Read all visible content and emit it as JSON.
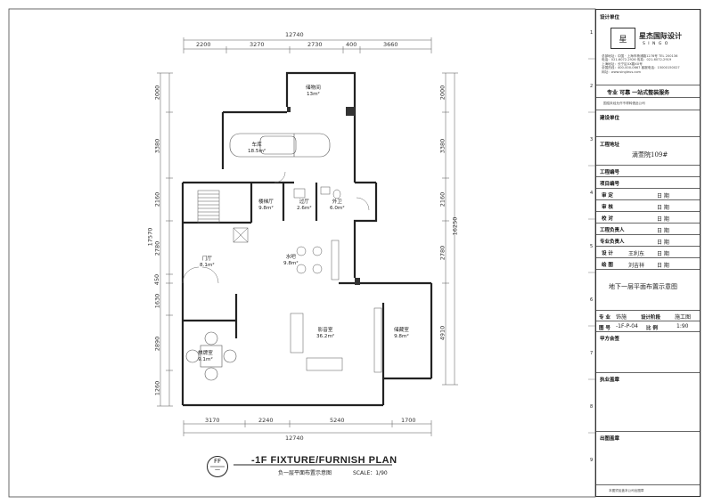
{
  "plan": {
    "top_total": "12740",
    "top_dims": [
      "2200",
      "3270",
      "2730",
      "400",
      "3660"
    ],
    "bottom_total": "12740",
    "bottom_dims": [
      "3170",
      "2240",
      "5240",
      "1700"
    ],
    "left_total": "17570",
    "left_dims": [
      "2000",
      "3380",
      "2160",
      "2780",
      "450",
      "1630",
      "2890",
      "1260"
    ],
    "right_total": "16250",
    "right_dims": [
      "2000",
      "3380",
      "2160",
      "2780",
      "4910"
    ],
    "rooms": [
      {
        "name": "储物间",
        "area": "13m²"
      },
      {
        "name": "车库",
        "area": "18.5m²"
      },
      {
        "name": "楼梯厅",
        "area": "9.8m²"
      },
      {
        "name": "过厅",
        "area": "2.6m²"
      },
      {
        "name": "外卫",
        "area": "6.0m²"
      },
      {
        "name": "门厅",
        "area": "8.1m²"
      },
      {
        "name": "水吧",
        "area": "9.8m²"
      },
      {
        "name": "影音室",
        "area": "36.2m²"
      },
      {
        "name": "储藏室",
        "area": "9.8m²"
      },
      {
        "name": "棋牌室",
        "area": "9.1m²"
      }
    ],
    "title": "-1F FIXTURE/FURNISH PLAN",
    "subtitle": "负一层平面布置示意图",
    "scale": "SCALE：1/90",
    "badge_top": "FF",
    "badge_bottom": "一"
  },
  "titleblock": {
    "design_unit_label": "设计单位",
    "company_name": "星杰国际设计",
    "company_en": "S I N G O",
    "logo_char": "星",
    "company_info": [
      "总部地址：中国 · 上海市杨浦路1278号 TEL 200136",
      "电话：021-6072-2926 传真：021-6072-2919",
      "上海地址：长宁区XX路XX号",
      "全国热线：400-000-0667  客服电话：15000150027",
      "网址：www.singleus.com"
    ],
    "slogan": "专业  可靠  一站式整装服务",
    "company_line": "国绍未经允许不得转借此公司",
    "client_label": "建设单位",
    "site_label": "工程地址",
    "site_value": "滴萱院109#",
    "project_no_label": "工程编号",
    "item_no_label": "项目编号",
    "rows": [
      {
        "label": "审  定",
        "name": "",
        "date": "日 期"
      },
      {
        "label": "审  核",
        "name": "",
        "date": "日 期"
      },
      {
        "label": "校  对",
        "name": "",
        "date": "日 期"
      },
      {
        "label": "工程负责人",
        "name": "",
        "date": "日 期"
      },
      {
        "label": "专业负责人",
        "name": "",
        "date": "日 期"
      },
      {
        "label": "设  计",
        "name": "王利东",
        "date": "日 期"
      },
      {
        "label": "绘  图",
        "name": "刘吉祥",
        "date": "日 期"
      }
    ],
    "drawing_name": "地下一层平面布置示意图",
    "spec_label": "专  业",
    "spec_value": "饰施",
    "stage_label": "设计阶段",
    "stage_value": "施工图",
    "drawing_no_label": "图  号",
    "drawing_no_value": "-1F-P-04",
    "ratio_label": "比  例",
    "ratio_value": "1:90",
    "party_a_label": "甲方会签",
    "stamp_label": "执业盖章",
    "issue_label": "出图盖章",
    "footer": "本图须加盖本公司出图章"
  },
  "margin_numbers": [
    "1",
    "2",
    "3",
    "4",
    "5",
    "6",
    "7",
    "8",
    "9"
  ]
}
